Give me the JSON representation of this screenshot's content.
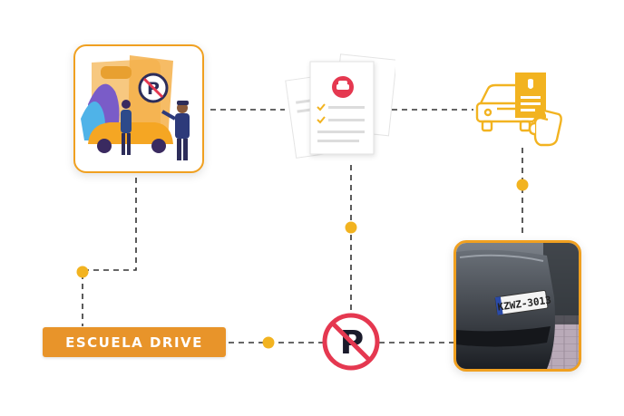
{
  "brand": {
    "label": "ESCUELA DRIVE"
  },
  "plate": {
    "text": "KZWZ-3013"
  },
  "icons": {
    "police_card": "traffic-officer-illustration",
    "documents": "car-documents-icon",
    "car_permit": "car-permit-hand-icon",
    "photo": "license-plate-photo",
    "no_parking": "no-parking-sign-icon"
  },
  "colors": {
    "accent": "#f0a020",
    "connector": "#333333",
    "dot": "#f2b320",
    "sign_red": "#e53850",
    "brand_bg": "#e8942a"
  }
}
